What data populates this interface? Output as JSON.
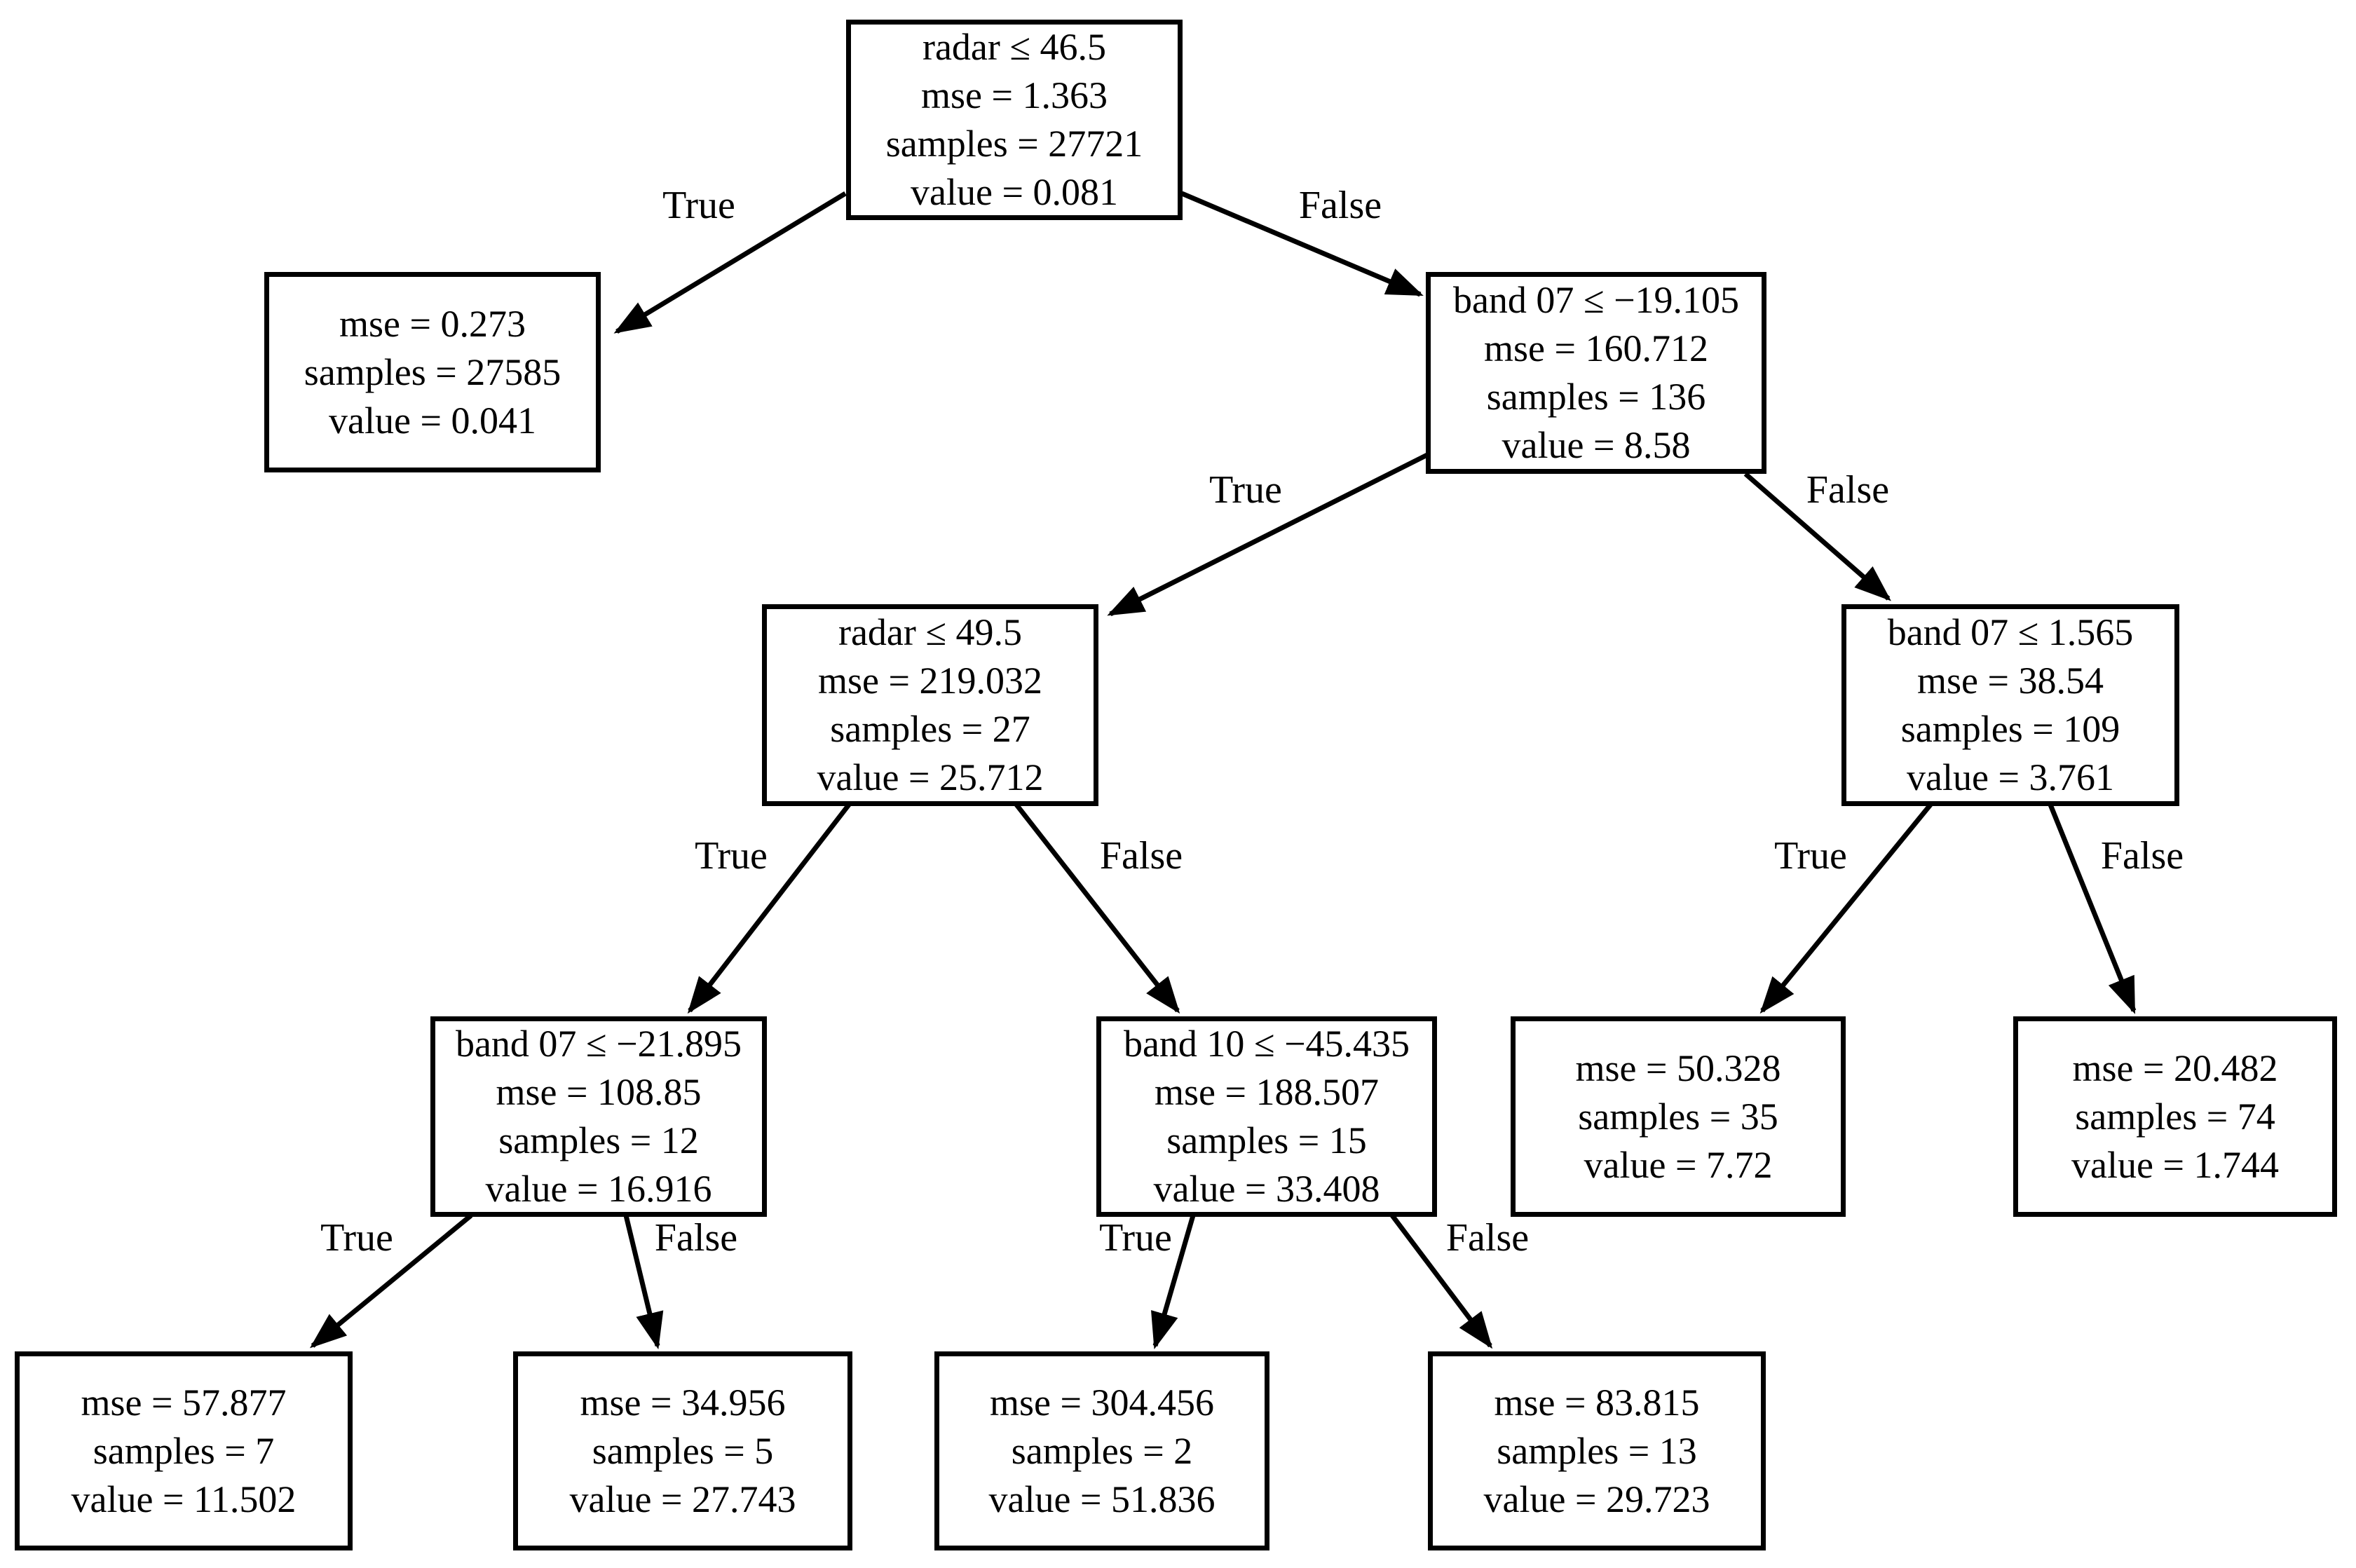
{
  "diagram": {
    "kind": "decision-tree",
    "background_color": "#ffffff",
    "node_border_color": "#000000",
    "text_color": "#000000",
    "edge_color": "#000000"
  },
  "nodes": {
    "n0": {
      "lines": [
        "radar ≤ 46.5",
        "mse = 1.363",
        "samples = 27721",
        "value = 0.081"
      ]
    },
    "n1": {
      "lines": [
        "mse = 0.273",
        "samples = 27585",
        "value = 0.041"
      ]
    },
    "n2": {
      "lines": [
        "band 07 ≤ −19.105",
        "mse = 160.712",
        "samples = 136",
        "value = 8.58"
      ]
    },
    "n3": {
      "lines": [
        "radar ≤ 49.5",
        "mse = 219.032",
        "samples = 27",
        "value = 25.712"
      ]
    },
    "n4": {
      "lines": [
        "band 07 ≤ 1.565",
        "mse = 38.54",
        "samples = 109",
        "value = 3.761"
      ]
    },
    "n5": {
      "lines": [
        "band 07 ≤ −21.895",
        "mse = 108.85",
        "samples = 12",
        "value = 16.916"
      ]
    },
    "n6": {
      "lines": [
        "band 10 ≤ −45.435",
        "mse = 188.507",
        "samples = 15",
        "value = 33.408"
      ]
    },
    "n7": {
      "lines": [
        "mse = 50.328",
        "samples = 35",
        "value = 7.72"
      ]
    },
    "n8": {
      "lines": [
        "mse = 20.482",
        "samples = 74",
        "value = 1.744"
      ]
    },
    "n9": {
      "lines": [
        "mse = 57.877",
        "samples = 7",
        "value = 11.502"
      ]
    },
    "n10": {
      "lines": [
        "mse = 34.956",
        "samples = 5",
        "value = 27.743"
      ]
    },
    "n11": {
      "lines": [
        "mse = 304.456",
        "samples = 2",
        "value = 51.836"
      ]
    },
    "n12": {
      "lines": [
        "mse = 83.815",
        "samples = 13",
        "value = 29.723"
      ]
    }
  },
  "edges": {
    "e0": {
      "from": "n0",
      "to": "n1",
      "label": "True"
    },
    "e1": {
      "from": "n0",
      "to": "n2",
      "label": "False"
    },
    "e2": {
      "from": "n2",
      "to": "n3",
      "label": "True"
    },
    "e3": {
      "from": "n2",
      "to": "n4",
      "label": "False"
    },
    "e4": {
      "from": "n3",
      "to": "n5",
      "label": "True"
    },
    "e5": {
      "from": "n3",
      "to": "n6",
      "label": "False"
    },
    "e6": {
      "from": "n4",
      "to": "n7",
      "label": "True"
    },
    "e7": {
      "from": "n4",
      "to": "n8",
      "label": "False"
    },
    "e8": {
      "from": "n5",
      "to": "n9",
      "label": "True"
    },
    "e9": {
      "from": "n5",
      "to": "n10",
      "label": "False"
    },
    "e10": {
      "from": "n6",
      "to": "n11",
      "label": "True"
    },
    "e11": {
      "from": "n6",
      "to": "n12",
      "label": "False"
    }
  }
}
